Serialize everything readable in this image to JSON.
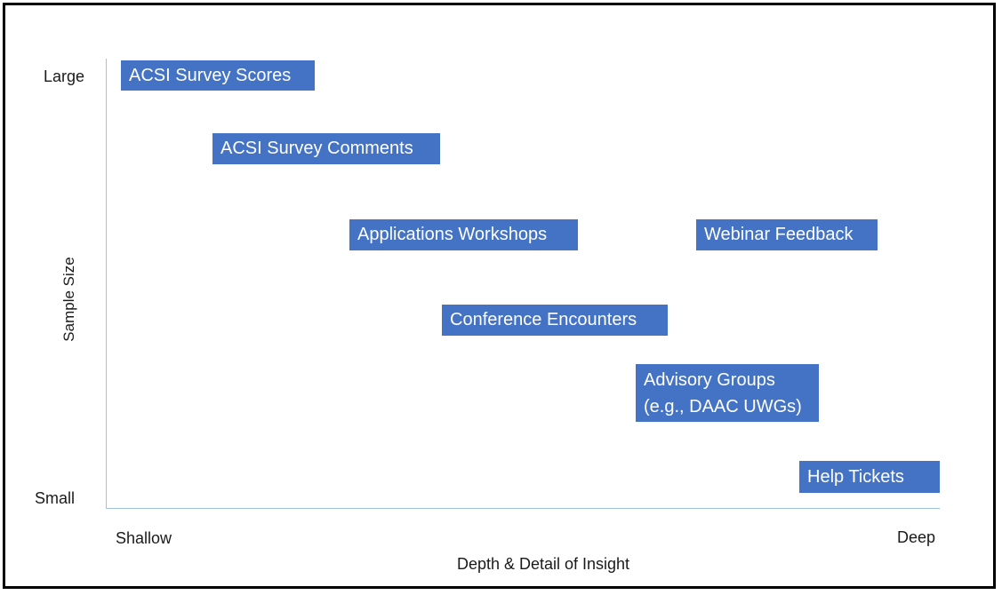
{
  "axes": {
    "y_title": "Sample Size",
    "y_top": "Large",
    "y_bottom": "Small",
    "x_title": "Depth & Detail of Insight",
    "x_left": "Shallow",
    "x_right": "Deep"
  },
  "items": [
    {
      "label": "ACSI Survey Scores"
    },
    {
      "label": "ACSI Survey Comments"
    },
    {
      "label": "Applications Workshops"
    },
    {
      "label": "Webinar Feedback"
    },
    {
      "label": "Conference Encounters"
    },
    {
      "label_line1": "Advisory Groups",
      "label_line2": "(e.g., DAAC UWGs)"
    },
    {
      "label": "Help Tickets"
    }
  ],
  "colors": {
    "box_fill": "#4472c4",
    "box_text": "#ffffff",
    "axis_line": "#9dc3e6",
    "frame": "#000000"
  }
}
